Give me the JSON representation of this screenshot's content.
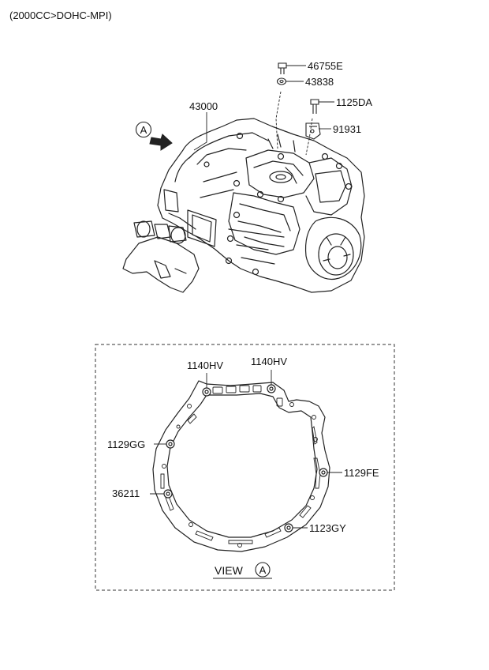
{
  "header": {
    "spec": "(2000CC>DOHC-MPI)"
  },
  "callouts": {
    "transaxle": "43000",
    "bolt_top": "46755E",
    "nut_top": "43838",
    "bolt_bracket": "1125DA",
    "bracket": "91931",
    "view_marker_letter": "A"
  },
  "view_a": {
    "bolt_left_top": "1140HV",
    "bolt_right_top": "1140HV",
    "bolt_left_mid": "1129GG",
    "bolt_right_mid": "1129FE",
    "dowel": "36211",
    "bolt_bottom": "1123GY",
    "view_label": "VIEW",
    "view_letter": "A"
  }
}
